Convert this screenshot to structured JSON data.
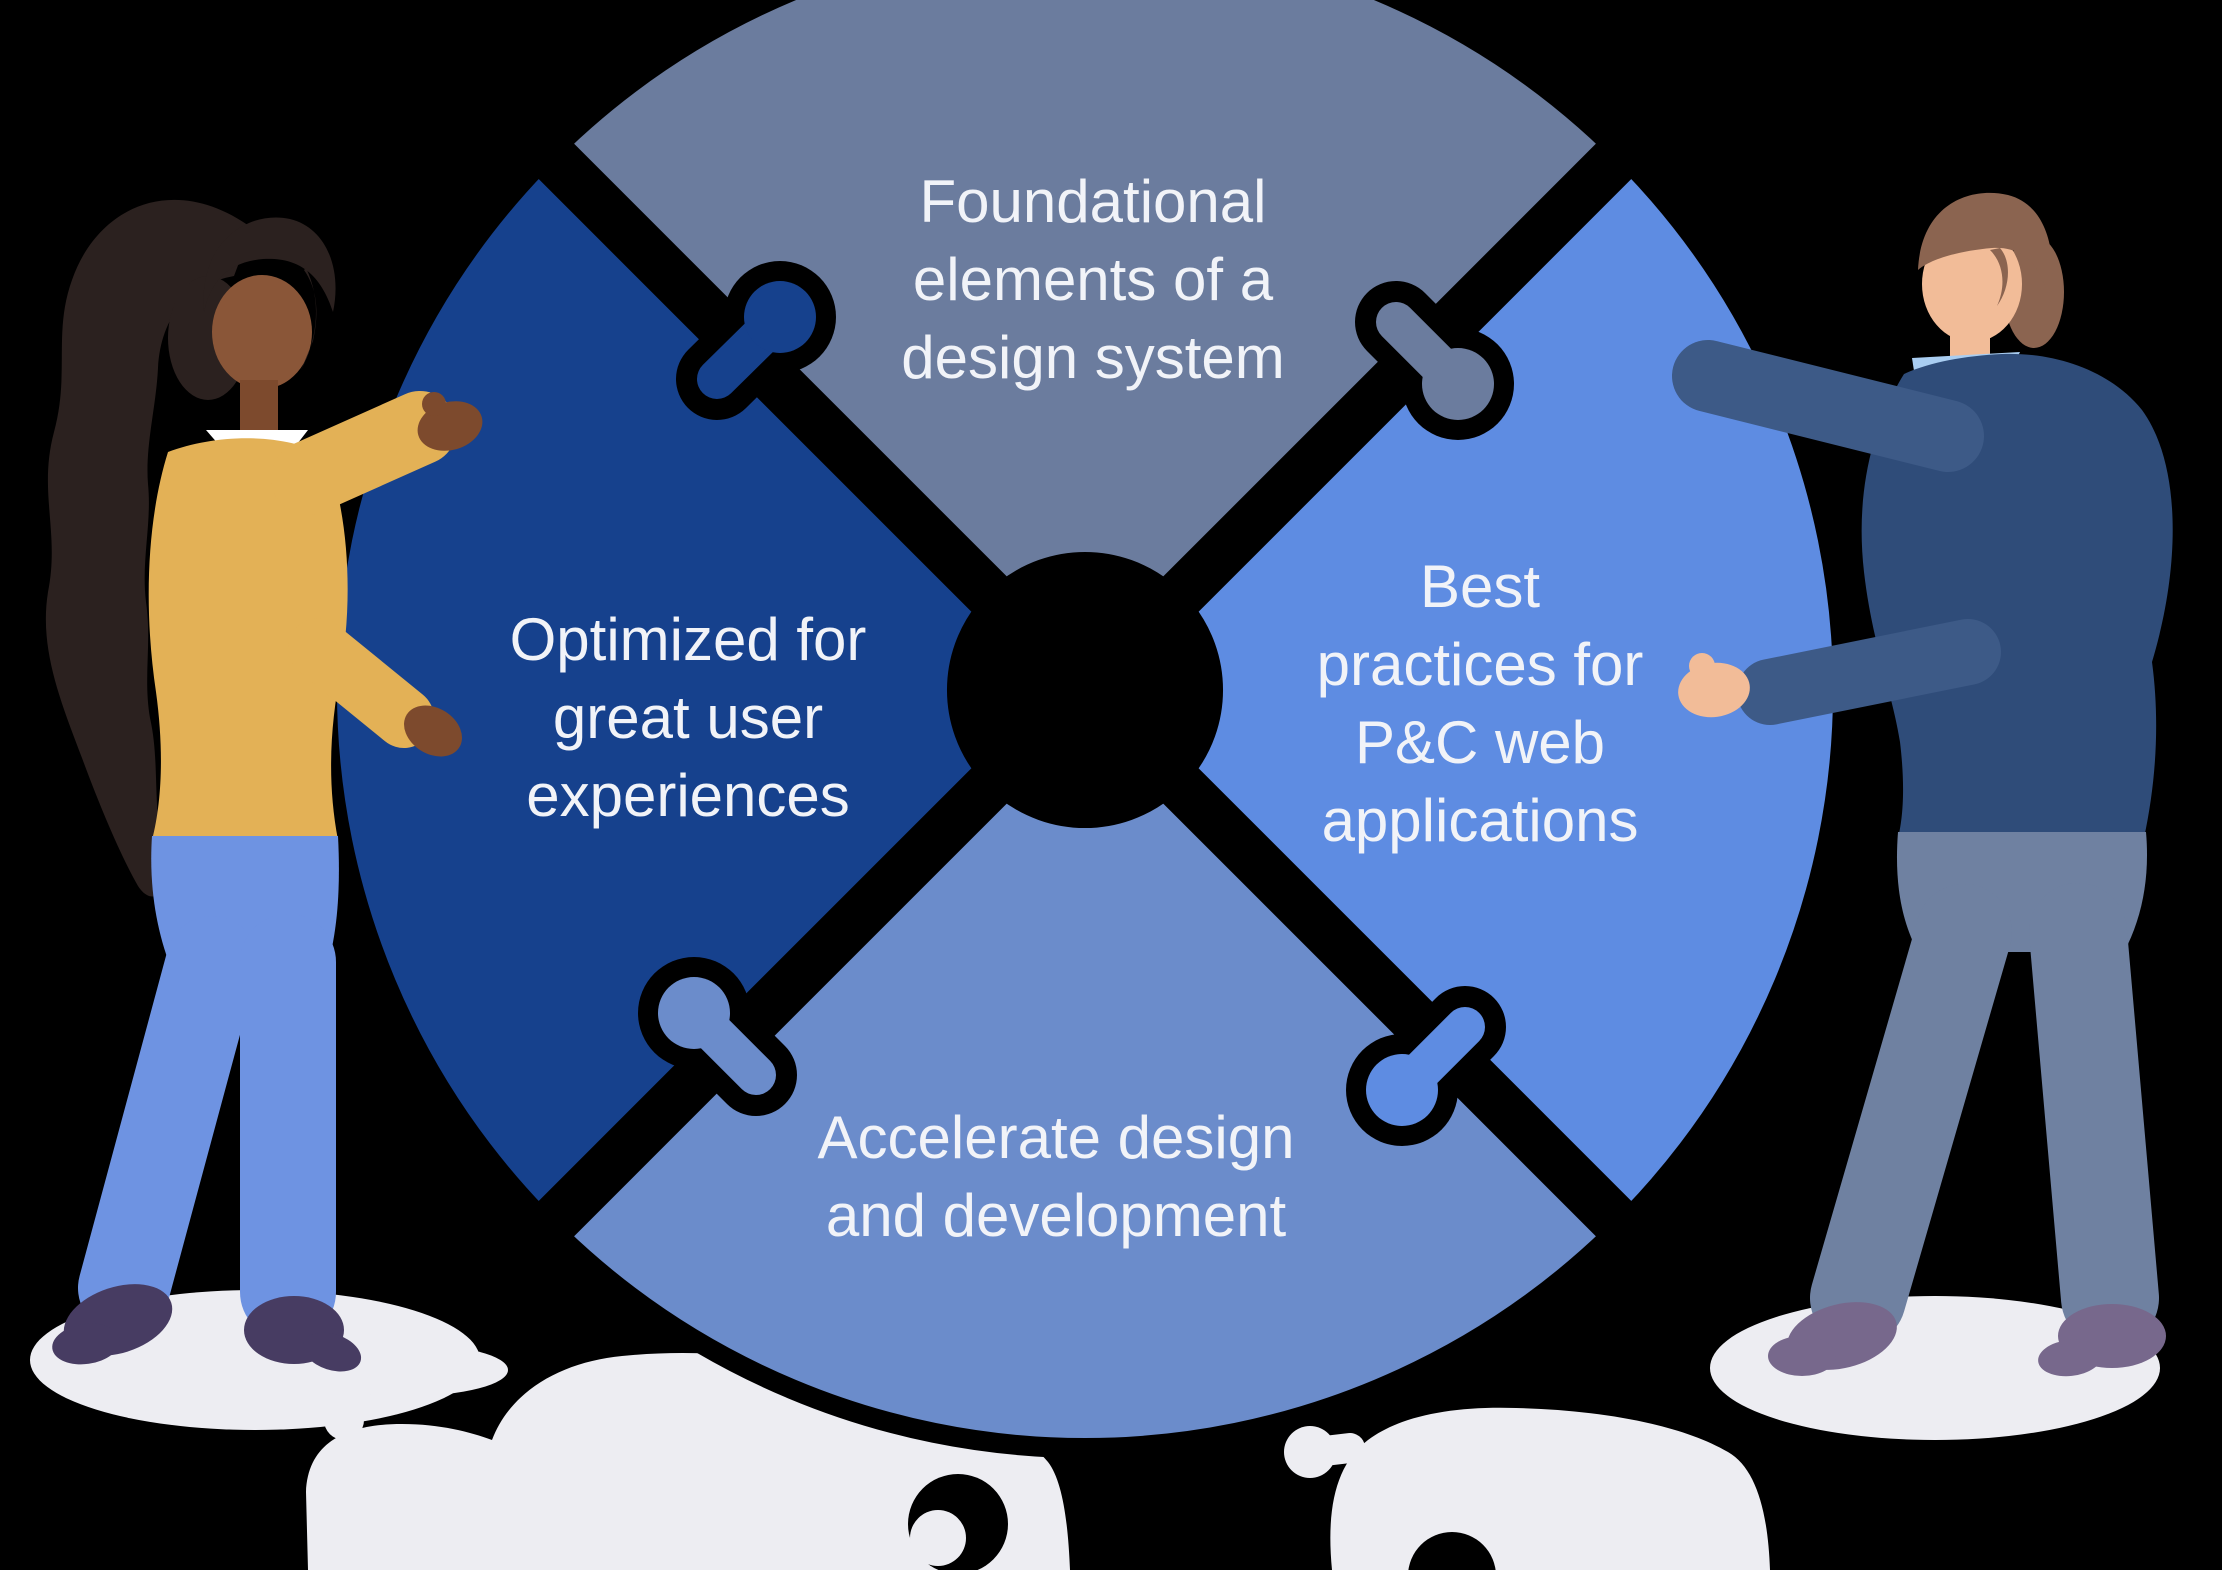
{
  "puzzle": {
    "description": "circular-puzzle-with-four-pieces",
    "gap_color": "#000000",
    "text_color": "#F1F3F8",
    "quadrants": {
      "top": {
        "label_lines": [
          "Foundational",
          "elements of a",
          "design system"
        ],
        "color": "#6B7C9E"
      },
      "right": {
        "label_lines": [
          "Best",
          "practices for",
          "P&C web",
          "applications"
        ],
        "color": "#5E8CE2"
      },
      "bottom": {
        "label_lines": [
          "Accelerate design",
          "and development"
        ],
        "color": "#6B8CCB"
      },
      "left": {
        "label_lines": [
          "Optimized for",
          "great user",
          "experiences"
        ],
        "color": "#16418D"
      }
    }
  },
  "illustration": {
    "background_color": "#000000",
    "ground_shadow_color": "#EDEDF2",
    "left_person": {
      "name": "woman-with-ponytail",
      "hair_color": "#2B211F",
      "skin_color": "#8A5638",
      "hand_color": "#7D4A2D",
      "sweater_color": "#E3B156",
      "collar_color": "#FFFFFF",
      "pants_color": "#6E93E2",
      "shoe_color": "#473C62"
    },
    "right_person": {
      "name": "man-in-sweater",
      "hair_color": "#8B6450",
      "skin_color": "#F2BC98",
      "sweater_color": "#2F4C79",
      "sleeve_color": "#3D5A87",
      "collar_color": "#A9CDF1",
      "shirt_color": "#FFFFFF",
      "pants_color": "#6F81A1",
      "shoe_color": "#77688C"
    }
  }
}
